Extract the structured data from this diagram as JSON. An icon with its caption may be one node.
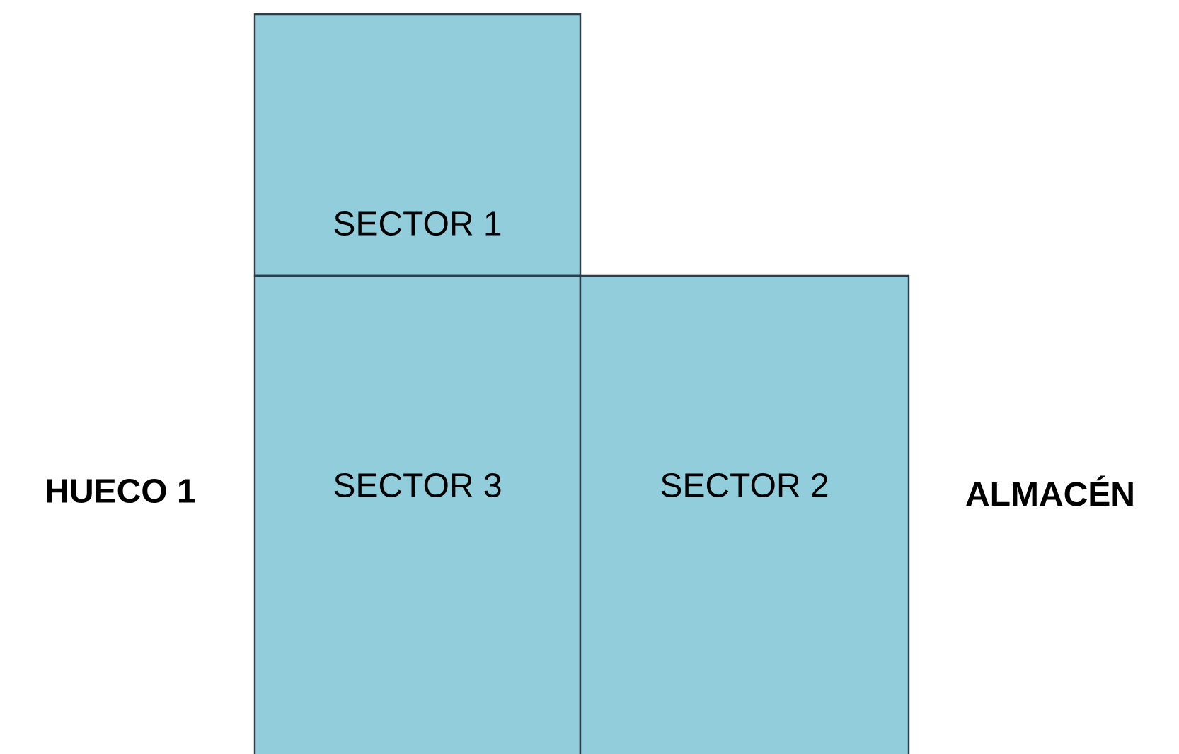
{
  "diagram": {
    "nodes": [
      {
        "text": [
          "SECTOR 1"
        ]
      },
      {
        "text": [
          "SECTOR 3"
        ]
      },
      {
        "text": [
          "SECTOR 2"
        ]
      }
    ],
    "labels": [
      "HUECO 1",
      "ALMACÉN"
    ]
  }
}
